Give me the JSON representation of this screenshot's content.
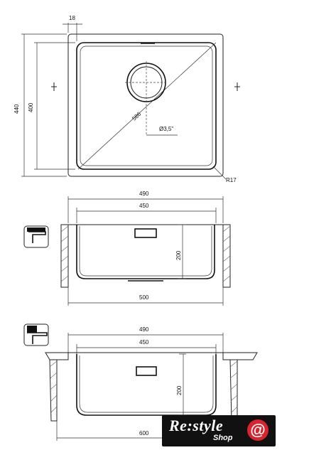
{
  "top_view": {
    "dim_flange": "18",
    "dim_outer_height": "440",
    "dim_inner_height": "400",
    "dim_diagonal": "586",
    "dim_drain": "Ø3,5\"",
    "dim_radius": "R17"
  },
  "front_view": {
    "dim_outer_width": "490",
    "dim_inner_width": "450",
    "dim_depth": "200",
    "dim_cabinet": "500"
  },
  "mount_view": {
    "dim_outer_width": "490",
    "dim_inner_width": "450",
    "dim_depth": "200",
    "dim_cabinet": "600"
  },
  "logo": {
    "main": "Re:style",
    "sub": "Shop",
    "mark": "@"
  }
}
